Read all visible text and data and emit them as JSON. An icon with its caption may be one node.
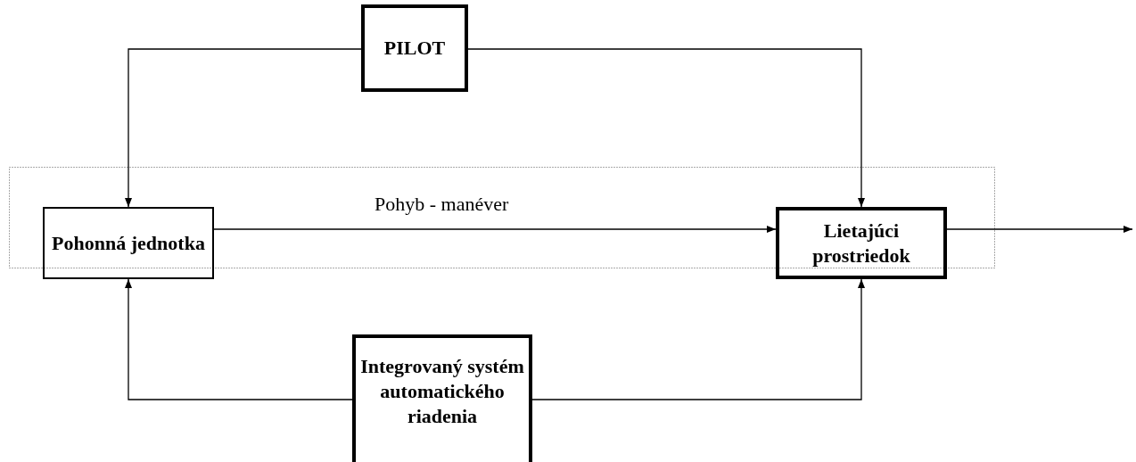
{
  "diagram": {
    "nodes": [
      {
        "text": [
          "PILOT"
        ]
      },
      {
        "text": [
          "Pohonná jednotka"
        ]
      },
      {
        "text": [
          "Lietajúci prostriedok"
        ]
      },
      {
        "text": [
          "Integrovaný systém automatického riadenia"
        ]
      }
    ],
    "edges": [
      {
        "from": 0,
        "to": 1,
        "arrow": "to"
      },
      {
        "from": 0,
        "to": 2,
        "arrow": "to"
      },
      {
        "from": 1,
        "to": 2,
        "arrow": "to"
      },
      {
        "from": 2,
        "to": null,
        "arrow": "to"
      },
      {
        "from": 3,
        "to": 1,
        "arrow": "to"
      },
      {
        "from": 3,
        "to": 2,
        "arrow": "to"
      }
    ],
    "labels": [
      "Pohyb - manéver"
    ]
  }
}
